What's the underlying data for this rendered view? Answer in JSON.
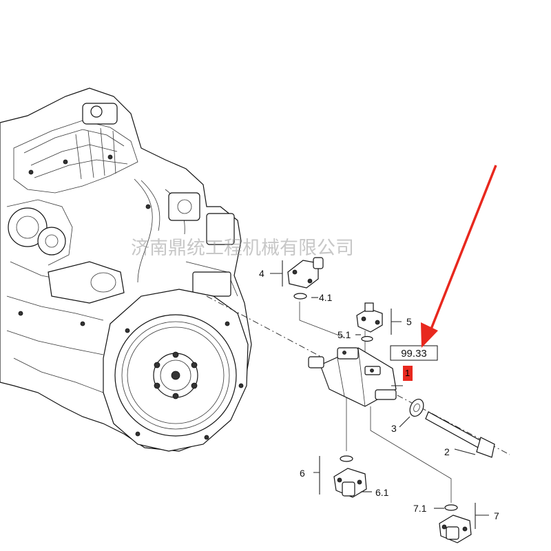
{
  "callouts": {
    "c1": "1",
    "c2": "2",
    "c3": "3",
    "c4": "4",
    "c41": "4.1",
    "c5": "5",
    "c51": "5.1",
    "c6": "6",
    "c61": "6.1",
    "c7": "7",
    "c71": "7.1"
  },
  "ref_box": "99.33",
  "watermark": "济南鼎统工程机械有限公司",
  "colors": {
    "arrow": "#e8281e",
    "marker": "#e8281e",
    "lines": "#222222"
  }
}
